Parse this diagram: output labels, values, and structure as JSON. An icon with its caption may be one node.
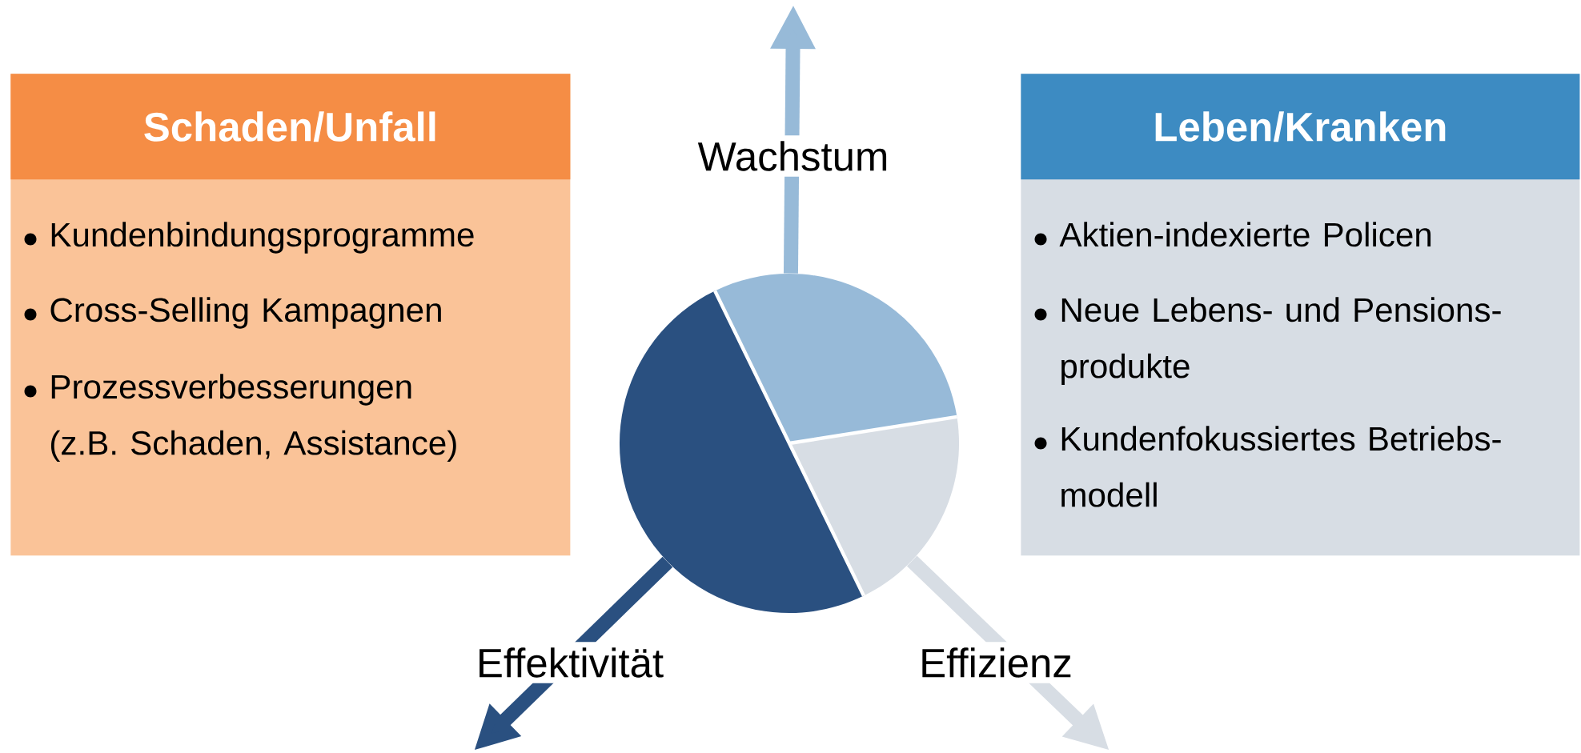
{
  "diagram": {
    "nodes": [
      {
        "text": [
          "Schaden/Unfall",
          "Kundenbindungsprogramme",
          "Cross-Selling Kampagnen",
          "Prozessverbesserungen (z.B. Schaden, Assistance)"
        ]
      },
      {
        "text": [
          "Leben/Kranken",
          "Aktien-indexierte Policen",
          "Neue Lebens- und Pensions-produkte",
          "Kundenfokussiertes Betriebs-modell"
        ]
      },
      {
        "text": [],
        "shape": "circle"
      }
    ],
    "edges": [
      {
        "from": 2,
        "to": null,
        "arrow": "to",
        "label": "Wachstum",
        "color": "#97bad8"
      },
      {
        "from": 2,
        "to": null,
        "arrow": "to",
        "label": "Effektivität",
        "color": "#2a5080"
      },
      {
        "from": 2,
        "to": null,
        "arrow": "to",
        "label": "Effizienz",
        "color": "#d7dde4"
      }
    ]
  }
}
